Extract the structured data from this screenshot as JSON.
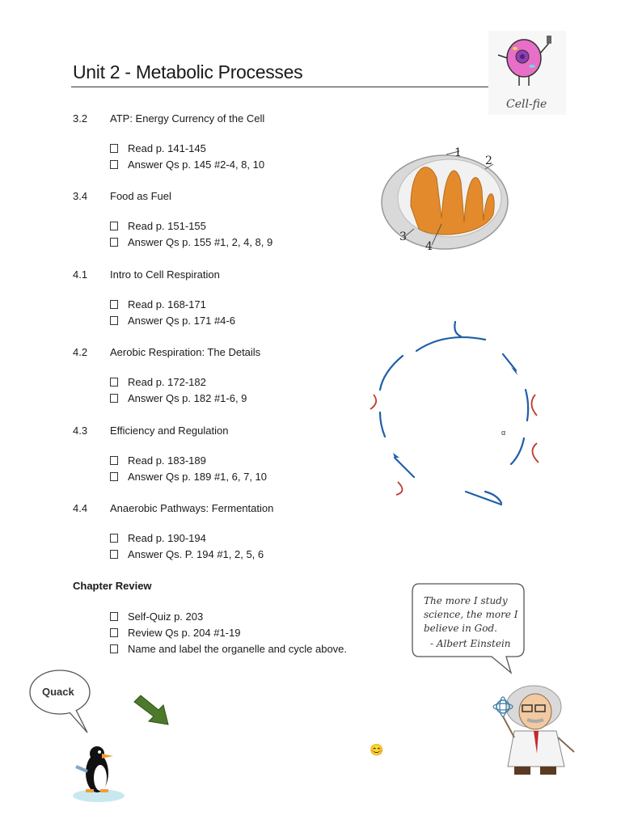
{
  "title": "Unit 2 - Metabolic Processes",
  "sections": [
    {
      "num": "3.2",
      "name": "ATP: Energy Currency of the Cell",
      "tasks": [
        "Read p. 141-145",
        "Answer Qs p. 145 #2-4, 8, 10"
      ]
    },
    {
      "num": "3.4",
      "name": "Food as Fuel",
      "tasks": [
        "Read p. 151-155",
        "Answer Qs p. 155 #1, 2, 4, 8, 9"
      ]
    },
    {
      "num": "4.1",
      "name": "Intro to Cell Respiration",
      "tasks": [
        "Read p. 168-171",
        "Answer Qs p. 171 #4-6"
      ]
    },
    {
      "num": "4.2",
      "name": "Aerobic Respiration: The Details",
      "tasks": [
        "Read p. 172-182",
        "Answer Qs p. 182 #1-6, 9"
      ]
    },
    {
      "num": "4.3",
      "name": "Efficiency and Regulation",
      "tasks": [
        "Read p. 183-189",
        "Answer Qs p. 189 #1, 6, 7, 10"
      ]
    },
    {
      "num": "4.4",
      "name": "Anaerobic Pathways: Fermentation",
      "tasks": [
        "Read p. 190-194",
        "Answer Qs. P. 194 #1, 2, 5, 6"
      ]
    }
  ],
  "review": {
    "heading": "Chapter Review",
    "tasks": [
      "Self-Quiz p. 203",
      "Review Qs p. 204 #1-19",
      "Name and label the organelle and cycle above."
    ]
  },
  "cellfie": {
    "caption": "Cell-fie"
  },
  "mito_labels": [
    "1",
    "2",
    "3",
    "4"
  ],
  "cycle": {
    "mark": "α"
  },
  "quote": {
    "line1": "The more I study",
    "line2": "science, the more I",
    "line3": "believe in God.",
    "attribution": "-  Albert Einstein"
  },
  "quack": "Quack",
  "smiley": "😊",
  "colors": {
    "cycle_blue": "#1f5fa8",
    "cycle_red": "#c0392b",
    "arrow_green": "#4d7a2a",
    "mito_orange": "#e38b2c",
    "cell_pink": "#e76fc7"
  }
}
